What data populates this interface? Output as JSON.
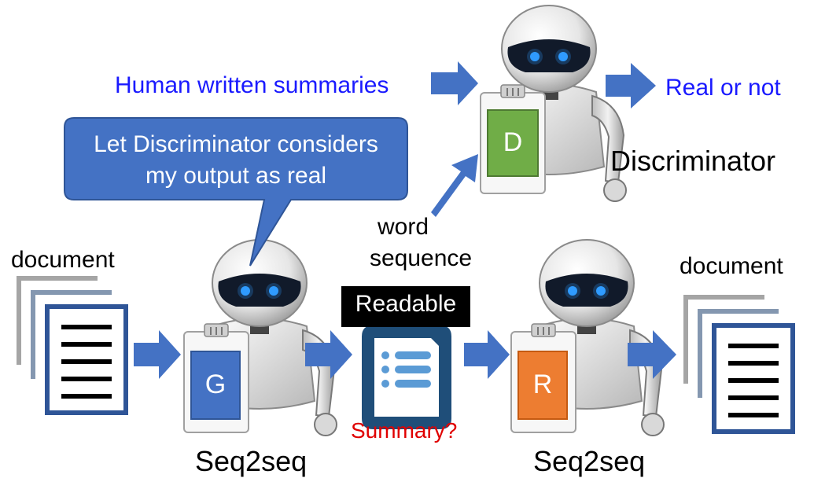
{
  "labels": {
    "human_written": "Human written summaries",
    "real_or_not": "Real or not",
    "discriminator": "Discriminator",
    "speech": [
      "Let Discriminator considers",
      "my output as real"
    ],
    "word_sequence": [
      "word",
      "sequence"
    ],
    "document_left": "document",
    "document_right": "document",
    "readable": "Readable",
    "summary": "Summary?",
    "seq2seq_g": "Seq2seq",
    "seq2seq_r": "Seq2seq"
  },
  "cards": {
    "discriminator_letter": "D",
    "generator_letter": "G",
    "reconstructor_letter": "R"
  },
  "colors": {
    "arrow": "#4472c4",
    "bubble": "#4472c4",
    "card_d": "#70ad47",
    "card_g": "#4472c4",
    "card_r": "#ed7d31",
    "doc_border": "#2f5597",
    "doc_back": "#a5a5a5",
    "summary_icon": "#1f4e79",
    "badge": "#000000"
  },
  "icons": [
    "robot-icon",
    "document-stack-icon",
    "summary-list-icon",
    "arrow-right-icon"
  ]
}
